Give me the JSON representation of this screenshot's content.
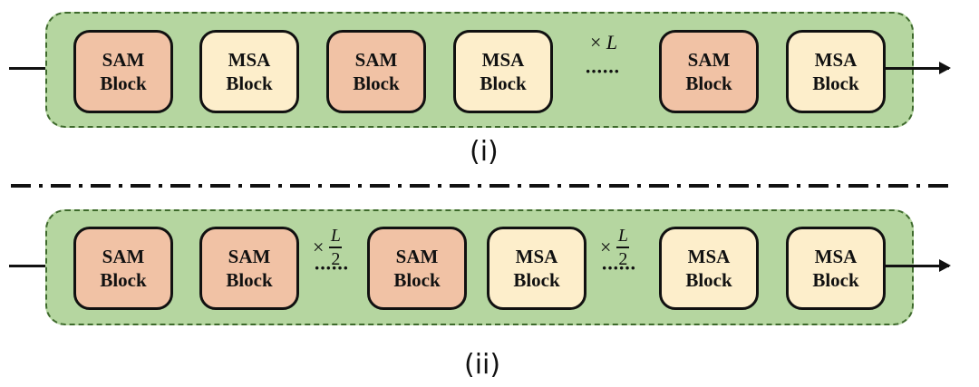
{
  "diagram": {
    "panel_i": {
      "caption": "(i)",
      "blocks": [
        {
          "type": "SAM",
          "line1": "SAM",
          "line2": "Block"
        },
        {
          "type": "MSA",
          "line1": "MSA",
          "line2": "Block"
        },
        {
          "type": "SAM",
          "line1": "SAM",
          "line2": "Block"
        },
        {
          "type": "MSA",
          "line1": "MSA",
          "line2": "Block"
        },
        {
          "type": "SAM",
          "line1": "SAM",
          "line2": "Block"
        },
        {
          "type": "MSA",
          "line1": "MSA",
          "line2": "Block"
        }
      ],
      "repeat_symbol": "×",
      "repeat_var": "L",
      "ellipsis": "······"
    },
    "panel_ii": {
      "caption": "(ii)",
      "blocks": [
        {
          "type": "SAM",
          "line1": "SAM",
          "line2": "Block"
        },
        {
          "type": "SAM",
          "line1": "SAM",
          "line2": "Block"
        },
        {
          "type": "SAM",
          "line1": "SAM",
          "line2": "Block"
        },
        {
          "type": "MSA",
          "line1": "MSA",
          "line2": "Block"
        },
        {
          "type": "MSA",
          "line1": "MSA",
          "line2": "Block"
        },
        {
          "type": "MSA",
          "line1": "MSA",
          "line2": "Block"
        }
      ],
      "repeat_symbol": "×",
      "repeat_num": "L",
      "repeat_den": "2",
      "ellipsis": "······"
    },
    "colors": {
      "panel_fill": "#b5d6a0",
      "panel_border": "#3e6a2c",
      "sam_fill": "#f1c2a5",
      "msa_fill": "#fdeecb"
    }
  }
}
